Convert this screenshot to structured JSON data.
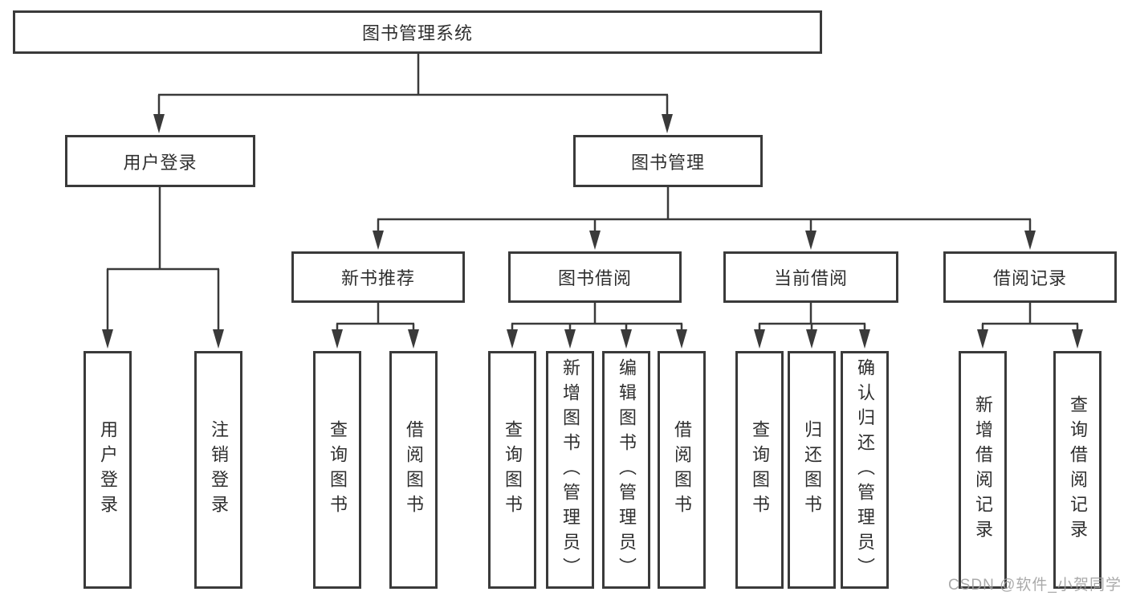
{
  "diagram": {
    "root": "图书管理系统",
    "children": [
      {
        "label": "用户登录",
        "children": [
          "用户登录",
          "注销登录"
        ]
      },
      {
        "label": "图书管理",
        "children": [
          {
            "label": "新书推荐",
            "children": [
              "查询图书",
              "借阅图书"
            ]
          },
          {
            "label": "图书借阅",
            "children": [
              "查询图书",
              "新增图书（管理员）",
              "编辑图书（管理员）",
              "借阅图书"
            ]
          },
          {
            "label": "当前借阅",
            "children": [
              "查询图书",
              "归还图书",
              "确认归还（管理员）"
            ]
          },
          {
            "label": "借阅记录",
            "children": [
              "新增借阅记录",
              "查询借阅记录"
            ]
          }
        ]
      }
    ]
  },
  "watermark": "CSDN @软件_小贺同学",
  "colors": {
    "line": "#3a3a3a",
    "box_border": "#3a3a3a",
    "text": "#2f2f2f",
    "background": "#ffffff",
    "watermark": "#9e9e9e"
  }
}
